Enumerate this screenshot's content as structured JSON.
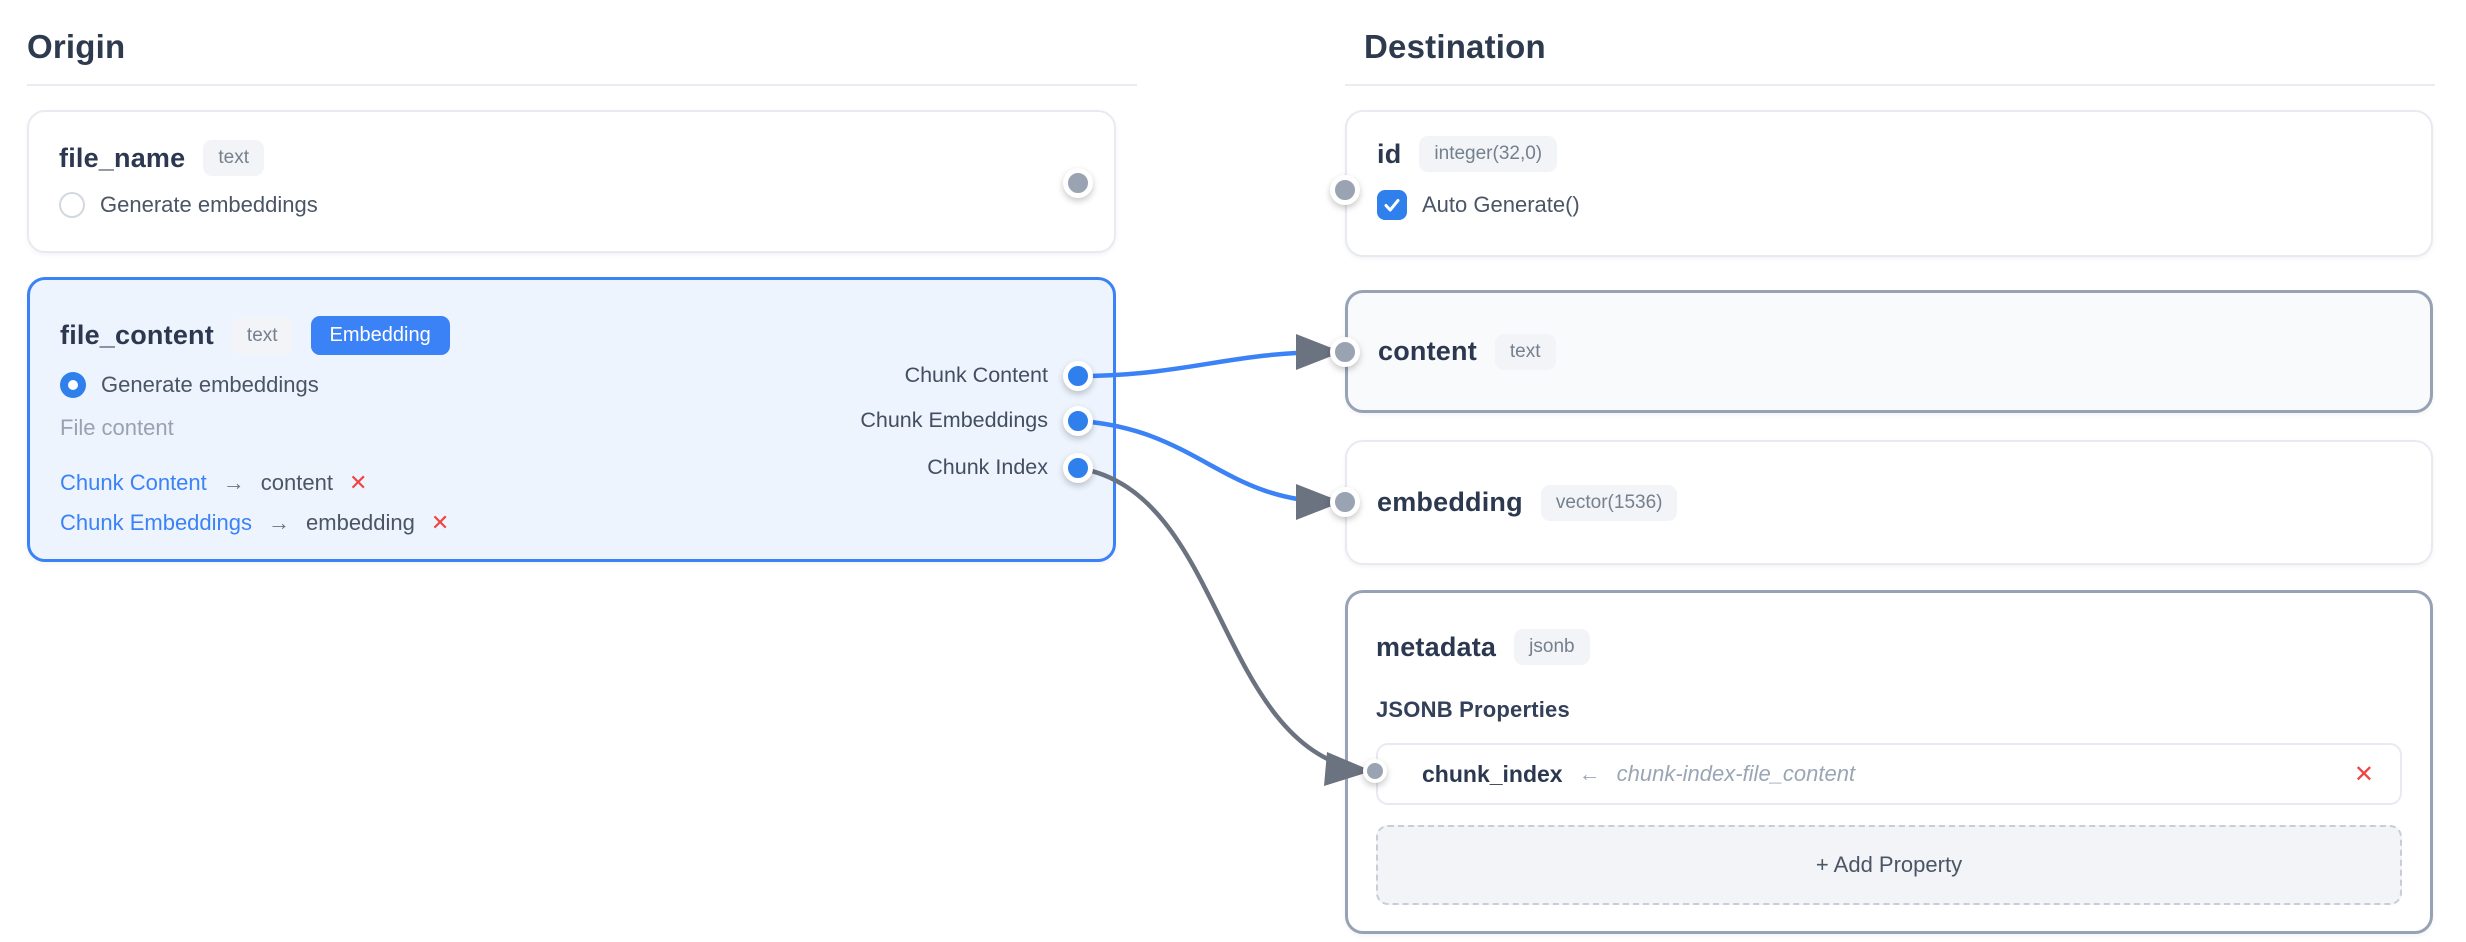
{
  "origin": {
    "title": "Origin",
    "fields": [
      {
        "name": "file_name",
        "type_badge": "text",
        "generate_label": "Generate embeddings",
        "generate_checked": false
      },
      {
        "name": "file_content",
        "type_badge": "text",
        "embedding_badge": "Embedding",
        "generate_label": "Generate embeddings",
        "generate_checked": true,
        "description": "File content",
        "mappings": [
          {
            "source": "Chunk Content",
            "arrow": "→",
            "target": "content",
            "remove": "✕"
          },
          {
            "source": "Chunk Embeddings",
            "arrow": "→",
            "target": "embedding",
            "remove": "✕"
          }
        ],
        "ports": [
          {
            "label": "Chunk Content"
          },
          {
            "label": "Chunk Embeddings"
          },
          {
            "label": "Chunk Index"
          }
        ]
      }
    ]
  },
  "destination": {
    "title": "Destination",
    "fields": [
      {
        "name": "id",
        "type_badge": "integer(32,0)",
        "auto_generate_label": "Auto Generate()",
        "auto_generate_checked": true
      },
      {
        "name": "content",
        "type_badge": "text"
      },
      {
        "name": "embedding",
        "type_badge": "vector(1536)"
      },
      {
        "name": "metadata",
        "type_badge": "jsonb",
        "jsonb_section_label": "JSONB Properties",
        "properties": [
          {
            "name": "chunk_index",
            "arrow": "←",
            "source_ref": "chunk-index-file_content",
            "remove": "✕"
          }
        ],
        "add_property_label": "+ Add Property"
      }
    ]
  },
  "connections": [
    {
      "from": "Chunk Content",
      "to": "content",
      "color": "#3b82f6"
    },
    {
      "from": "Chunk Embeddings",
      "to": "embedding",
      "color": "#3b82f6"
    },
    {
      "from": "Chunk Index",
      "to": "metadata.chunk_index",
      "color": "#6b7280"
    }
  ],
  "colors": {
    "accent_blue": "#3b82f6",
    "dot_blue": "#2f80ed",
    "dot_gray": "#9aa3b2",
    "wire_gray": "#6b7280",
    "remove_red": "#ef4444",
    "selected_card_bg": "#edf4fe",
    "target_border": "#97a2b5"
  }
}
